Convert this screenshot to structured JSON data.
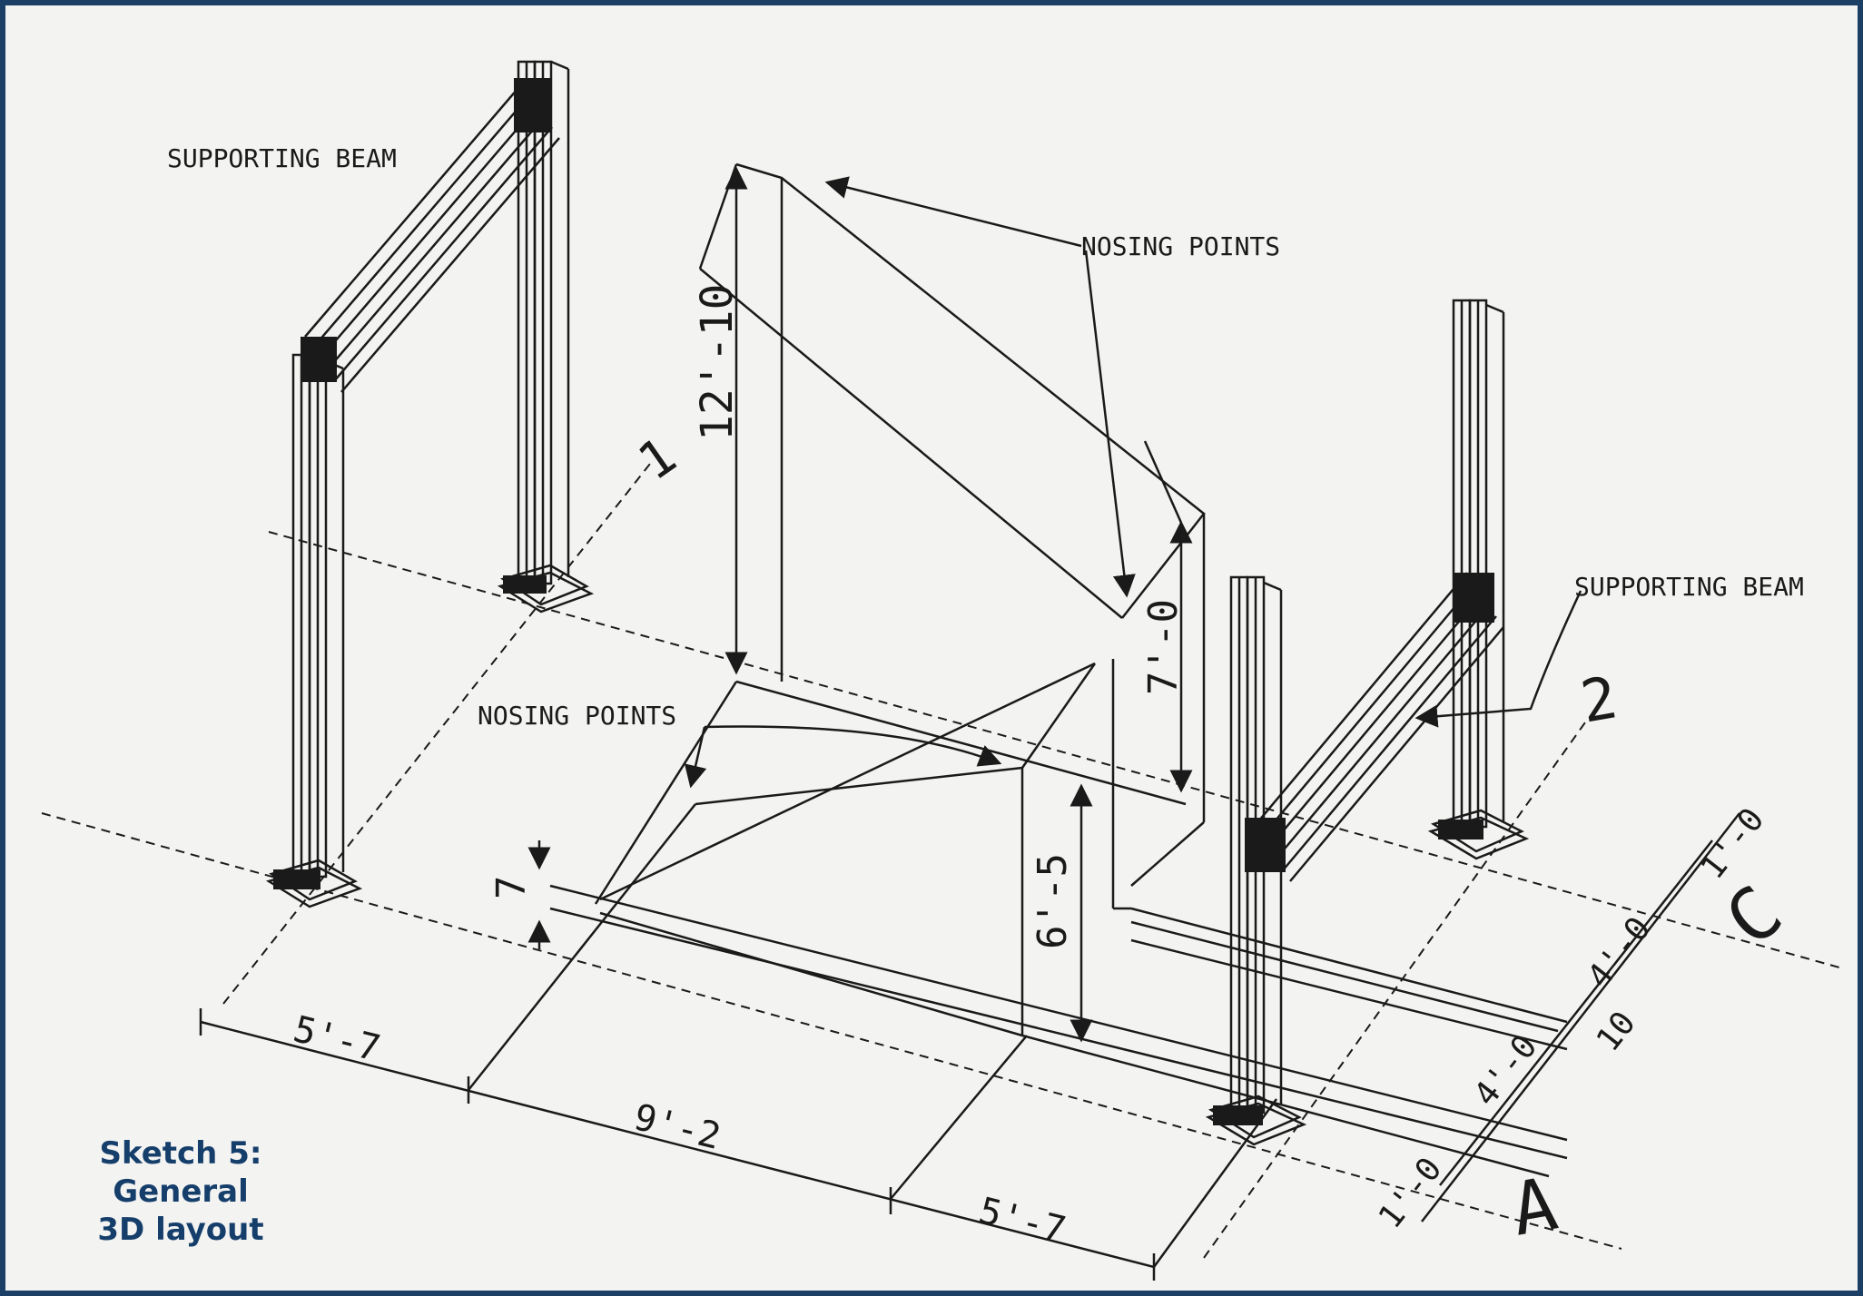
{
  "labels": {
    "supporting_beam_left": "SUPPORTING BEAM",
    "supporting_beam_right": "SUPPORTING BEAM",
    "nosing_points_top": "NOSING POINTS",
    "nosing_points_bottom": "NOSING POINTS"
  },
  "dimensions": {
    "height_12_10": "12'-10",
    "height_7_0": "7'-0",
    "height_6_5": "6'-5",
    "riser_7": "7",
    "base_left_5_7": "5'-7",
    "base_mid_9_2": "9'-2",
    "base_right_5_7": "5'-7",
    "side_1_0_top": "1'-0",
    "side_4_0_upper": "4'-0",
    "side_10": "10",
    "side_4_0_lower": "4'-0",
    "side_1_0_bottom": "1'-0"
  },
  "grid_markers": {
    "marker_1": "1",
    "marker_2": "2",
    "marker_c": "C",
    "marker_a": "A"
  },
  "caption": {
    "line1": "Sketch 5: General",
    "line2": "3D layout"
  },
  "colors": {
    "frame_border": "#1c3f66",
    "caption_text": "#153e6b",
    "line_work": "#1a1a1a",
    "paper": "#f3f3f1"
  }
}
